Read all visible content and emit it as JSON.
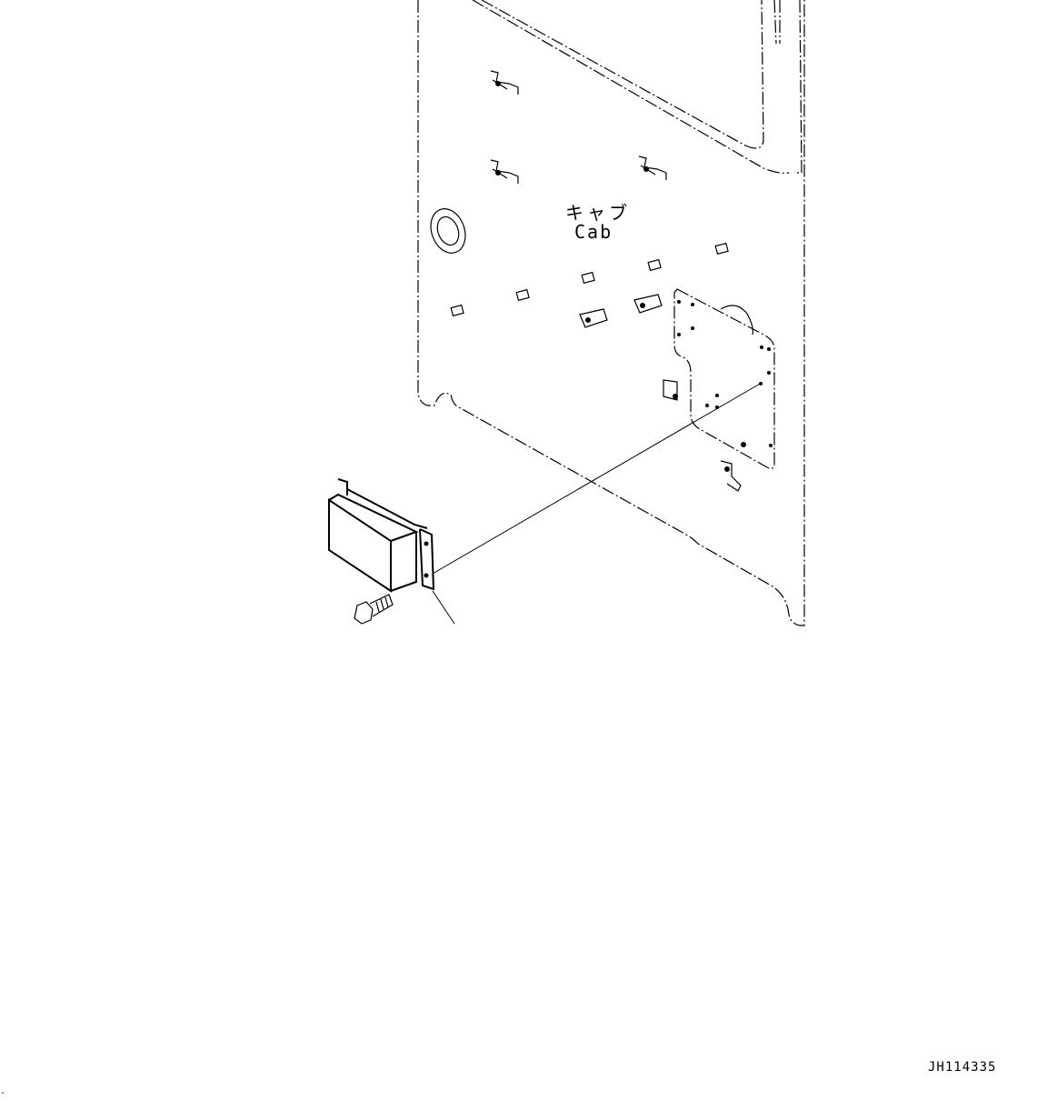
{
  "diagram": {
    "type": "exploded-parts-illustration",
    "labels": {
      "assembly_name_jp": "キャブ",
      "assembly_name_en": "Cab"
    },
    "drawing_id": "JH114335",
    "parts": [
      {
        "name": "cab-panel",
        "style": "phantom-dashed"
      },
      {
        "name": "mounting-plate",
        "style": "phantom-dashed"
      },
      {
        "name": "controller-box",
        "style": "solid"
      },
      {
        "name": "flange-bolt",
        "style": "solid"
      }
    ],
    "colors": {
      "line": "#000000",
      "background": "#ffffff"
    }
  }
}
